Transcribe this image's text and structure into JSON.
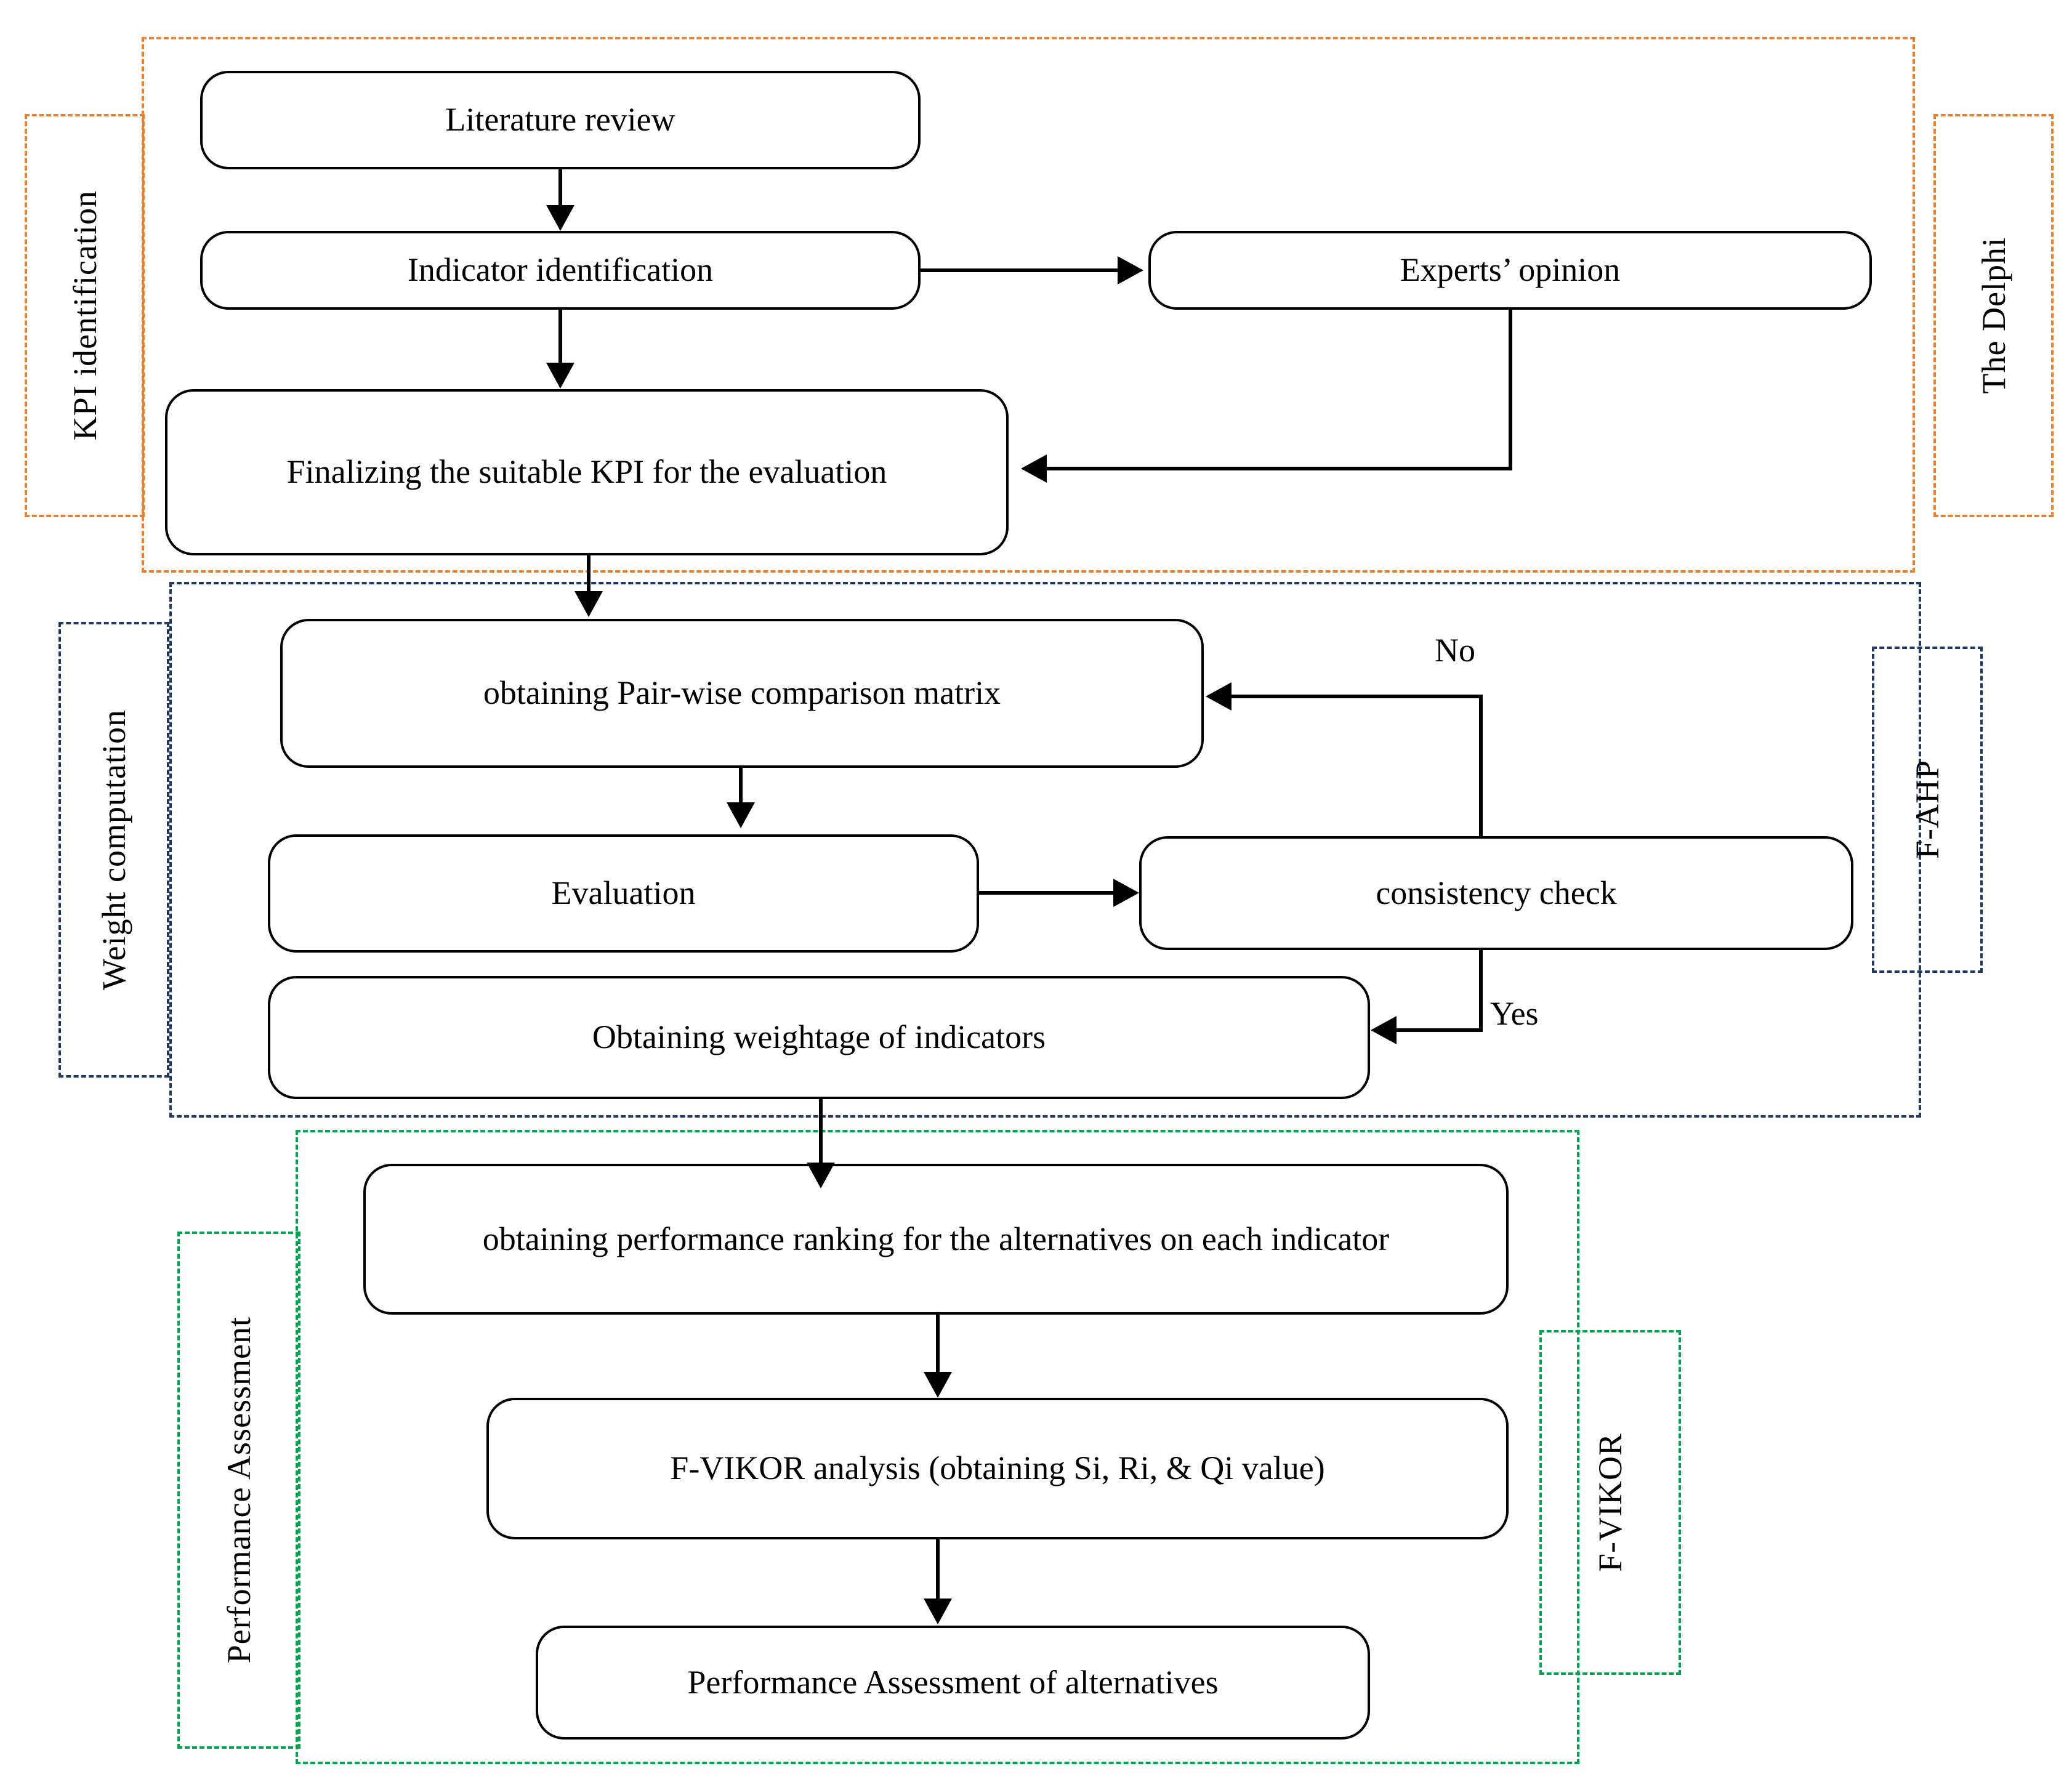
{
  "diagram": {
    "title": "Research methodology flowchart",
    "colors": {
      "phase_kpi": "#E8802D",
      "phase_weight": "#1F3864",
      "phase_performance": "#00A44E",
      "node_border": "#000000",
      "connector": "#000000"
    },
    "phases": [
      {
        "id": "kpi",
        "label": "KPI identification",
        "method_label": "The Delphi"
      },
      {
        "id": "weight",
        "label": "Weight computation",
        "method_label": "F-AHP"
      },
      {
        "id": "performance",
        "label": "Performance Assessment",
        "method_label": "F-VIKOR"
      }
    ],
    "nodes": [
      {
        "id": "literature_review",
        "label": "Literature review"
      },
      {
        "id": "indicator_id",
        "label": "Indicator identification"
      },
      {
        "id": "experts_opinion",
        "label": "Experts’ opinion"
      },
      {
        "id": "finalize_kpi",
        "label": "Finalizing the suitable KPI for the evaluation"
      },
      {
        "id": "pairwise_matrix",
        "label": "obtaining Pair-wise comparison matrix"
      },
      {
        "id": "evaluation",
        "label": "Evaluation"
      },
      {
        "id": "consistency_check",
        "label": "consistency check"
      },
      {
        "id": "weightage",
        "label": "Obtaining weightage of indicators"
      },
      {
        "id": "perf_ranking",
        "label": "obtaining performance ranking for the alternatives on each indicator"
      },
      {
        "id": "fvikor_analysis",
        "label": "F-VIKOR analysis (obtaining Si, Ri, & Qi value)"
      },
      {
        "id": "perf_assessment",
        "label": "Performance Assessment of alternatives"
      }
    ],
    "edge_labels": {
      "no": "No",
      "yes": "Yes"
    }
  }
}
